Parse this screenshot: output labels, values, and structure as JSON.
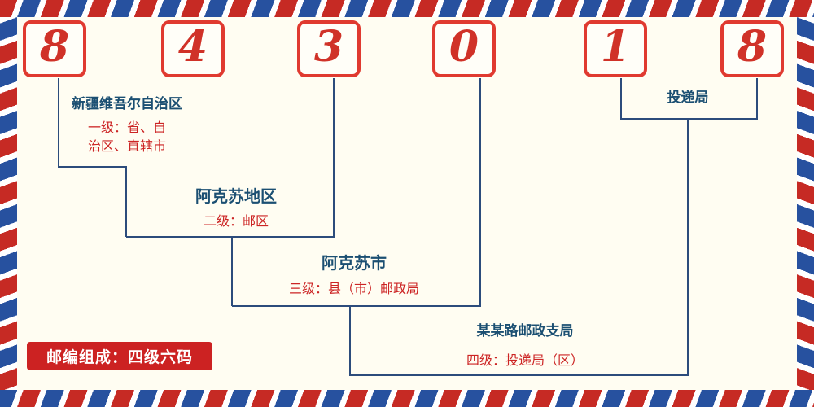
{
  "digits": [
    "8",
    "4",
    "3",
    "0",
    "1",
    "8"
  ],
  "labels": {
    "level1": {
      "title": "新疆维吾尔自治区",
      "desc_line1": "一级：省、自",
      "desc_line2": "治区、直辖市"
    },
    "level2": {
      "title": "阿克苏地区",
      "desc": "二级：邮区"
    },
    "level3": {
      "title": "阿克苏市",
      "desc": "三级：县（市）邮政局"
    },
    "level4": {
      "title": "某某路邮政支局",
      "desc": "四级：投递局（区）"
    },
    "delivery": {
      "title": "投递局"
    }
  },
  "badge": {
    "text": "邮编组成：四级六码"
  },
  "colors": {
    "digit_red": "#d03228",
    "box_border_red": "#e03a30",
    "stripe_red": "#c62a24",
    "stripe_blue": "#27519f",
    "label_blue": "#1b4f72",
    "desc_red": "#cc2424",
    "connector_blue": "#2c4c7c",
    "badge_bg": "#cc2222",
    "background": "#fffdf2"
  }
}
